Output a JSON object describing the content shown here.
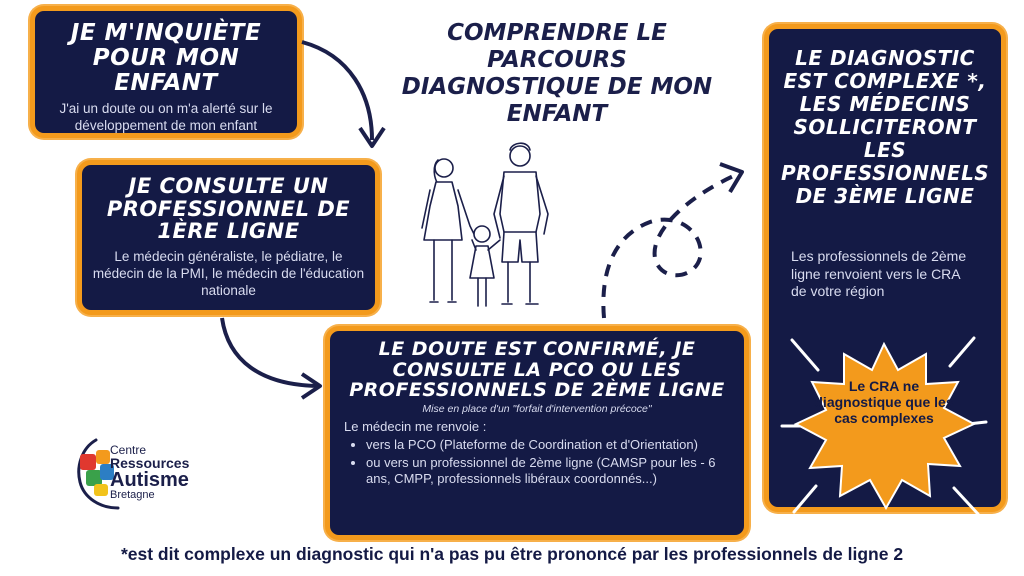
{
  "title": "Comprendre le parcours diagnostique de mon enfant",
  "steps": {
    "step1": {
      "title": "Je m'inquiète pour mon enfant",
      "text": "J'ai un doute ou on m'a alerté sur le développement de mon enfant"
    },
    "step2": {
      "title": "Je consulte un professionnel de 1ère ligne",
      "text": "Le médecin généraliste, le pédiatre, le médecin de la PMI, le médecin de l'éducation nationale"
    },
    "step3": {
      "title": "Le doute est confirmé, je consulte la PCO ou les professionnels de 2ème ligne",
      "subtitle": "Mise en place d'un \"forfait d'intervention précoce\"",
      "intro": "Le médecin me renvoie :",
      "bullets": [
        "vers la PCO (Plateforme de Coordination et d'Orientation)",
        "ou vers un professionnel de 2ème ligne  (CAMSP pour les - 6 ans, CMPP, professionnels libéraux coordonnés...)"
      ]
    },
    "step4": {
      "title": "Le diagnostic est complexe *, les médecins solliciteront les professionnels de 3ème ligne",
      "text": "Les professionnels de 2ème ligne renvoient vers le CRA de votre région"
    },
    "badge": "Le CRA ne diagnostique que les cas complexes"
  },
  "footnote": "*est dit complexe un diagnostic qui n'a pas pu être prononcé par les professionnels de ligne 2",
  "logo": {
    "line1": "Centre",
    "line2": "Ressources",
    "line3": "Autisme",
    "line4": "Bretagne"
  },
  "colors": {
    "navy": "#141a45",
    "orange": "#f39a1c",
    "white": "#ffffff"
  }
}
